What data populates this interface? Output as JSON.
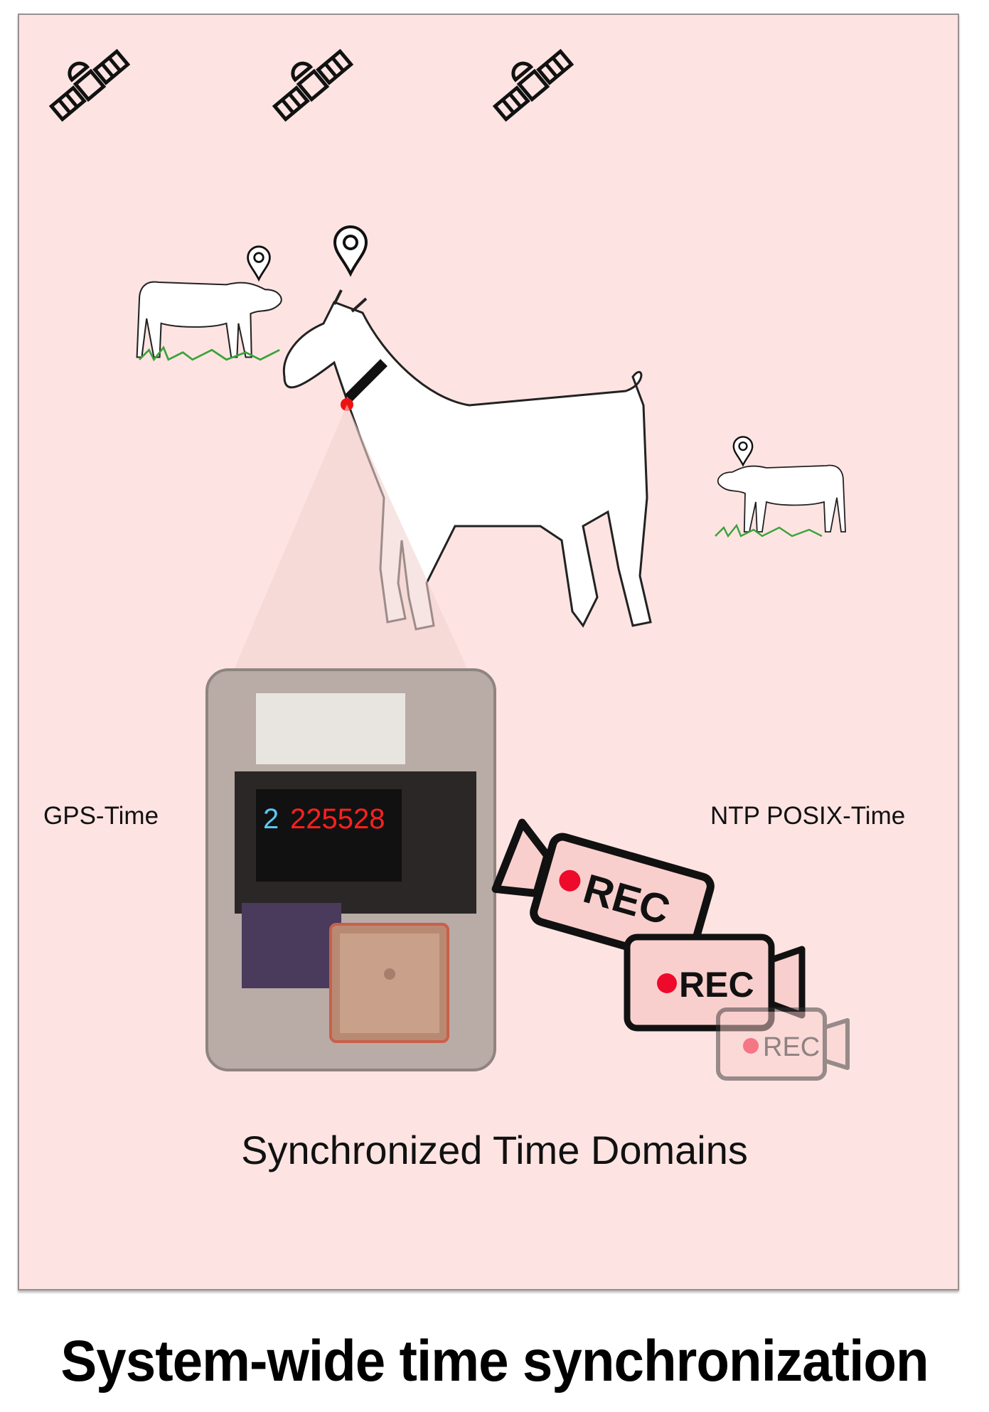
{
  "labels": {
    "gps_time": "GPS-Time",
    "ntp_time": "NTP POSIX-Time",
    "domains": "Synchronized Time Domains",
    "title": "System-wide time synchronization"
  },
  "device_display": {
    "prefix": "2",
    "time": "225528"
  },
  "cameras": [
    {
      "label": "REC"
    },
    {
      "label": "REC"
    },
    {
      "label": "REC"
    }
  ],
  "icons": [
    "satellite-icon",
    "satellite-icon",
    "satellite-icon",
    "location-pin-icon",
    "goat-illustration",
    "video-camera-icon"
  ],
  "colors": {
    "panel": "#fde4e2",
    "rec_dot": "#ee0a2a",
    "camera_fill": "#f9cfcd",
    "display_time": "#ff2020",
    "display_prefix": "#5bc8f5"
  }
}
